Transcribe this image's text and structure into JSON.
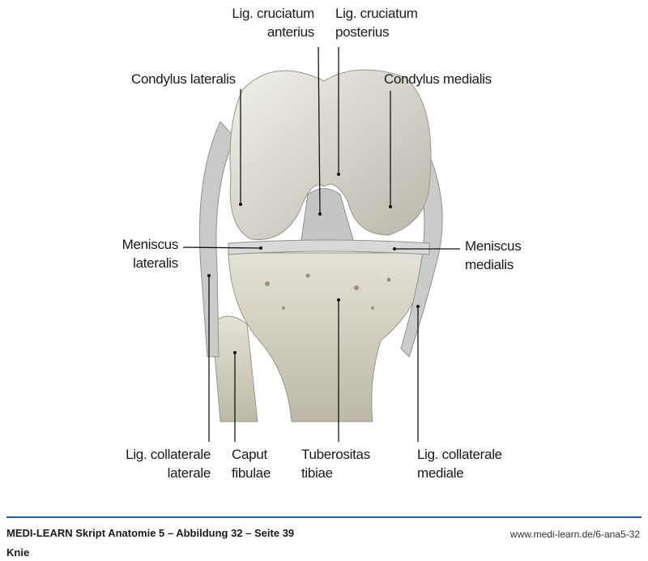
{
  "labels": {
    "lig_cruciatum_anterius": [
      "Lig. cruciatum",
      "anterius"
    ],
    "lig_cruciatum_posterius": [
      "Lig. cruciatum",
      "posterius"
    ],
    "condylus_lateralis": "Condylus lateralis",
    "condylus_medialis": "Condylus medialis",
    "meniscus_lateralis": [
      "Meniscus",
      "lateralis"
    ],
    "meniscus_medialis": [
      "Meniscus",
      "medialis"
    ],
    "lig_collaterale_laterale": [
      "Lig. collaterale",
      "laterale"
    ],
    "caput_fibulae": [
      "Caput",
      "fibulae"
    ],
    "tuberositas_tibiae": [
      "Tuberositas",
      "tibiae"
    ],
    "lig_collaterale_mediale": [
      "Lig. collaterale",
      "mediale"
    ]
  },
  "footer": {
    "source": "MEDI-LEARN Skript Anatomie 5 – Abbildung 32 – Seite 39",
    "url": "www.medi-learn.de/6-ana5-32",
    "title": "Knie"
  },
  "colors": {
    "rule": "#1f5fa8",
    "bone": "#d9d8cf",
    "ligament": "#c9ccc9"
  }
}
